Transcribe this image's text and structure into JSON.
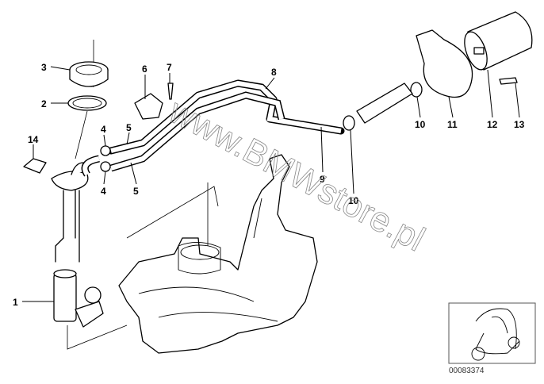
{
  "callouts": {
    "c1": "1",
    "c2": "2",
    "c3": "3",
    "c4a": "4",
    "c4b": "4",
    "c5a": "5",
    "c5b": "5",
    "c6": "6",
    "c7": "7",
    "c8": "8",
    "c9": "9",
    "c10a": "10",
    "c10b": "10",
    "c11": "11",
    "c12": "12",
    "c13": "13",
    "c14": "14"
  },
  "watermark": "www.BMWstore.pl",
  "thumbnail": {
    "code": "00083374"
  }
}
